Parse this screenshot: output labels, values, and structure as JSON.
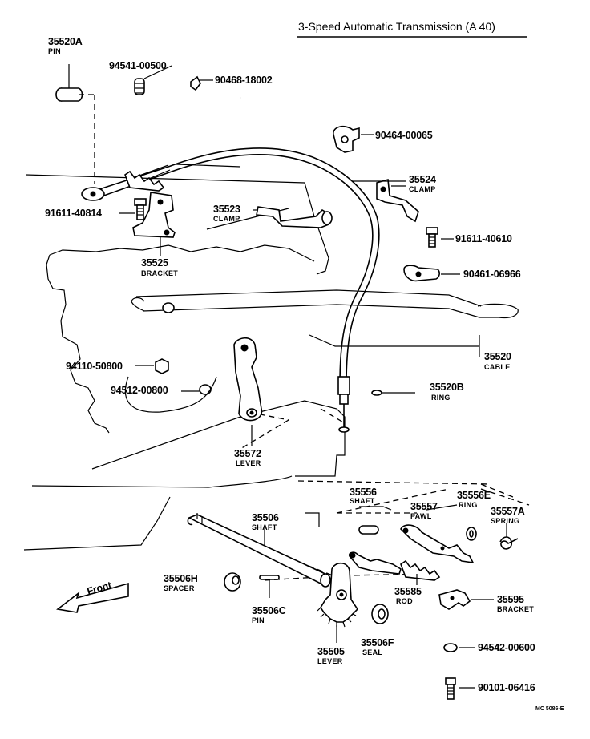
{
  "title": "3-Speed Automatic Transmission (A 40)",
  "front_label": "Front",
  "catalog_code": "MC 5086-E",
  "parts": {
    "p35520A": {
      "number": "35520A",
      "name": "PIN"
    },
    "p94541": {
      "number": "94541-00500"
    },
    "p90468": {
      "number": "90468-18002"
    },
    "p90464": {
      "number": "90464-00065"
    },
    "p35524": {
      "number": "35524",
      "name": "CLAMP"
    },
    "p91611a": {
      "number": "91611-40814"
    },
    "p35523": {
      "number": "35523",
      "name": "CLAMP"
    },
    "p91611b": {
      "number": "91611-40610"
    },
    "p35525": {
      "number": "35525",
      "name": "BRACKET"
    },
    "p90461": {
      "number": "90461-06966"
    },
    "p35520": {
      "number": "35520",
      "name": "CABLE"
    },
    "p94110": {
      "number": "94110-50800"
    },
    "p35520B": {
      "number": "35520B",
      "name": "RING"
    },
    "p94512": {
      "number": "94512-00800"
    },
    "p35572": {
      "number": "35572",
      "name": "LEVER"
    },
    "p35556": {
      "number": "35556",
      "name": "SHAFT"
    },
    "p35556E": {
      "number": "35556E",
      "name": "RING"
    },
    "p35557": {
      "number": "35557",
      "name": "PAWL"
    },
    "p35557A": {
      "number": "35557A",
      "name": "SPRING"
    },
    "p35506": {
      "number": "35506",
      "name": "SHAFT"
    },
    "p35506H": {
      "number": "35506H",
      "name": "SPACER"
    },
    "p35506C": {
      "number": "35506C",
      "name": "PIN"
    },
    "p35585": {
      "number": "35585",
      "name": "ROD"
    },
    "p35595": {
      "number": "35595",
      "name": "BRACKET"
    },
    "p35505": {
      "number": "35505",
      "name": "LEVER"
    },
    "p35506F": {
      "number": "35506F",
      "name": "SEAL"
    },
    "p94542": {
      "number": "94542-00600"
    },
    "p90101": {
      "number": "90101-06416"
    }
  }
}
